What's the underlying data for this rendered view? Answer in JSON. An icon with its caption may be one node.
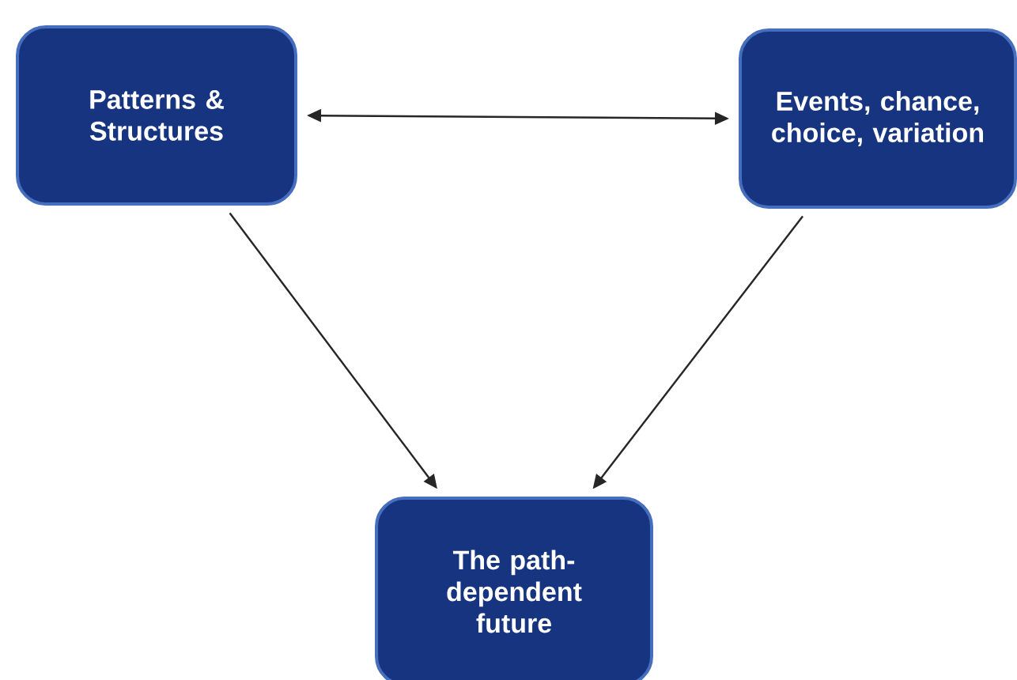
{
  "diagram": {
    "nodes": [
      {
        "text": [
          "Patterns & Structures"
        ]
      },
      {
        "text": [
          "Events, chance, choice, variation"
        ]
      },
      {
        "text": [
          "The path-dependent future"
        ]
      }
    ],
    "edges": [
      {
        "from": 0,
        "to": 1,
        "arrow": "both"
      },
      {
        "from": 0,
        "to": 2,
        "arrow": "to"
      },
      {
        "from": 1,
        "to": 2,
        "arrow": "to"
      }
    ]
  }
}
